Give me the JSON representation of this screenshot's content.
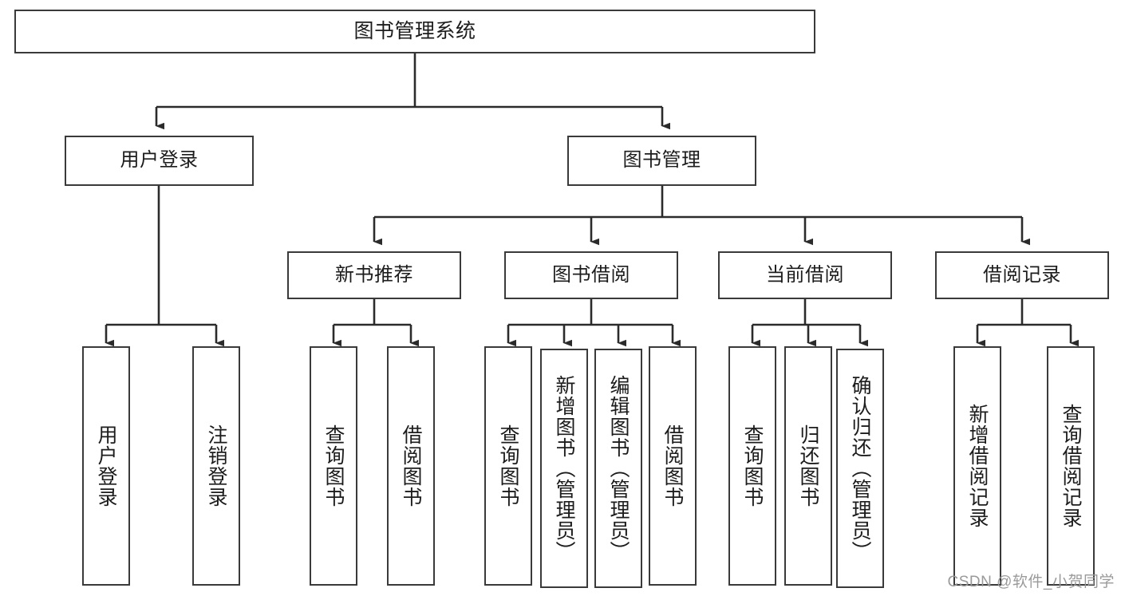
{
  "diagram": {
    "title": "图书管理系统",
    "type": "tree-hierarchy-chart",
    "watermark": "CSDN @软件_小贺同学",
    "colors": {
      "box_border": "#3a3a3a",
      "box_fill": "#ffffff",
      "edge": "#2b2b2b",
      "text": "#1c1c1c",
      "watermark": "#9a9a9a",
      "background": "#ffffff"
    },
    "nodes": {
      "root": {
        "label": "图书管理系统"
      },
      "level2": [
        {
          "id": "user-login",
          "label": "用户登录"
        },
        {
          "id": "book-management",
          "label": "图书管理"
        }
      ],
      "level3": [
        {
          "id": "new-book-recommend",
          "label": "新书推荐"
        },
        {
          "id": "book-borrow",
          "label": "图书借阅"
        },
        {
          "id": "current-borrow",
          "label": "当前借阅"
        },
        {
          "id": "borrow-record",
          "label": "借阅记录"
        }
      ],
      "leaves": {
        "user-login": [
          {
            "id": "leaf-user-login",
            "label": "用户登录"
          },
          {
            "id": "leaf-logout-login",
            "label": "注销登录"
          }
        ],
        "new-book-recommend": [
          {
            "id": "leaf-query-book-1",
            "label": "查询图书"
          },
          {
            "id": "leaf-borrow-book-1",
            "label": "借阅图书"
          }
        ],
        "book-borrow": [
          {
            "id": "leaf-query-book-2",
            "label": "查询图书"
          },
          {
            "id": "leaf-add-book-admin",
            "label": "新增图书（管理员）"
          },
          {
            "id": "leaf-edit-book-admin",
            "label": "编辑图书（管理员）"
          },
          {
            "id": "leaf-borrow-book-2",
            "label": "借阅图书"
          }
        ],
        "current-borrow": [
          {
            "id": "leaf-query-book-3",
            "label": "查询图书"
          },
          {
            "id": "leaf-return-book",
            "label": "归还图书"
          },
          {
            "id": "leaf-confirm-return-admin",
            "label": "确认归还（管理员）"
          }
        ],
        "borrow-record": [
          {
            "id": "leaf-add-borrow-record",
            "label": "新增借阅记录"
          },
          {
            "id": "leaf-query-borrow-record",
            "label": "查询借阅记录"
          }
        ]
      }
    }
  }
}
